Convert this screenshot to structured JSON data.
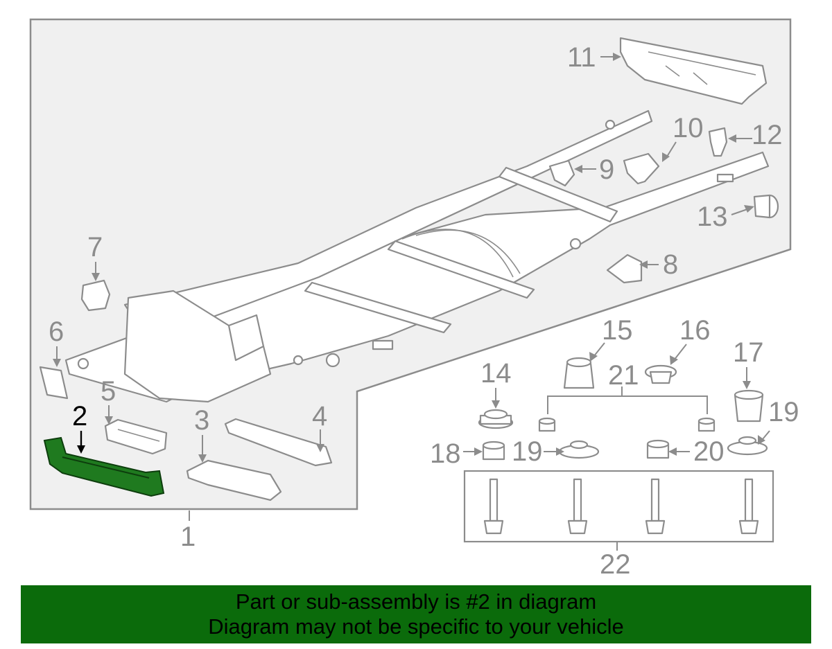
{
  "callouts": {
    "c1": "1",
    "c2": "2",
    "c3": "3",
    "c4": "4",
    "c5": "5",
    "c6": "6",
    "c7": "7",
    "c8": "8",
    "c9": "9",
    "c10": "10",
    "c11": "11",
    "c12": "12",
    "c13": "13",
    "c14": "14",
    "c15": "15",
    "c16": "16",
    "c17": "17",
    "c18": "18",
    "c19a": "19",
    "c19b": "19",
    "c20": "20",
    "c21": "21",
    "c22": "22"
  },
  "highlight": {
    "part": "2",
    "color": "#1f7a1f"
  },
  "banner": {
    "line1": "Part or sub-assembly is #2 in diagram",
    "line2": "Diagram may not be specific to your vehicle",
    "background": "#0b6b0b"
  },
  "colors": {
    "line": "#8c8c8c",
    "panel": "#f0f0f0"
  }
}
